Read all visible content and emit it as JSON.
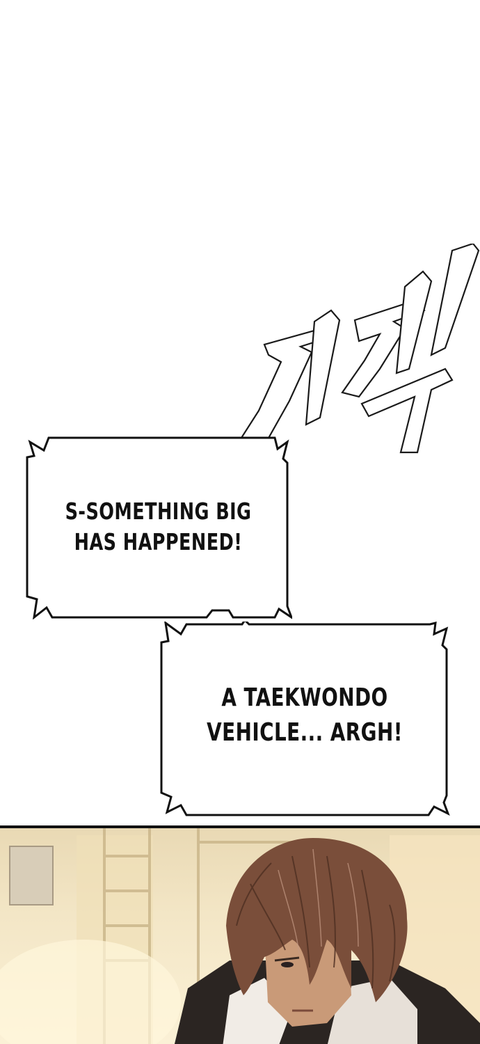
{
  "sfx": {
    "text": "지직"
  },
  "bubbles": [
    {
      "lines": [
        "S-SOMETHING BIG",
        "HAS HAPPENED!"
      ]
    },
    {
      "lines": [
        "A TAEKWONDO",
        "VEHICLE... ARGH!"
      ]
    }
  ],
  "panel": {
    "scene": "character-closeup"
  },
  "colors": {
    "ink": "#111111",
    "paper": "#ffffff",
    "hair": "#7a4e3a",
    "background_warm": "#f3e6c6"
  }
}
